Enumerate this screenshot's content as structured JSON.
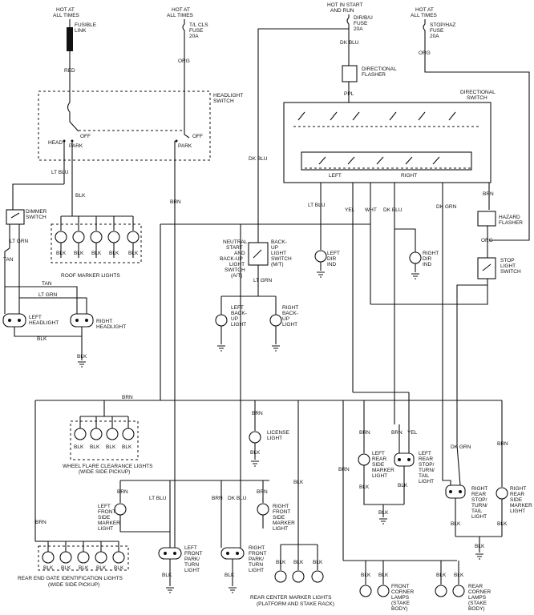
{
  "diagram": {
    "supplies": {
      "hot_all_times_1": [
        "HOT AT",
        "ALL TIMES"
      ],
      "fusible_link": [
        "FUSIBLE",
        "LINK"
      ],
      "hot_all_times_2": [
        "HOT AT",
        "ALL TIMES"
      ],
      "tl_cls_fuse": [
        "T/L CLS",
        "FUSE",
        "20A"
      ],
      "hot_start_run": [
        "HOT IN START",
        "AND RUN"
      ],
      "dir_bu_fuse": [
        "DIR/B/U",
        "FUSE",
        "20A"
      ],
      "hot_all_times_3": [
        "HOT AT",
        "ALL TIMES"
      ],
      "stop_haz_fuse": [
        "STOP/HAZ",
        "FUSE",
        "20A"
      ]
    },
    "wires": {
      "red": "RED",
      "org": "ORG",
      "dk_blu": "DK BLU",
      "ppl": "PPL",
      "lt_blu": "LT BLU",
      "blk": "BLK",
      "brn": "BRN",
      "tan": "TAN",
      "lt_grn": "LT GRN",
      "yel": "YEL",
      "wht": "WHT",
      "dk_grn": "DK GRN"
    },
    "components": {
      "headlight_switch": [
        "HEADLIGHT",
        "SWITCH"
      ],
      "head": "HEAD",
      "park": "PARK",
      "off": "OFF",
      "directional_flasher": [
        "DIRECTIONAL",
        "FLASHER"
      ],
      "directional_switch": [
        "DIRECTIONAL",
        "SWITCH"
      ],
      "left": "LEFT",
      "right": "RIGHT",
      "dimmer_switch": [
        "DIMMER",
        "SWITCH"
      ],
      "roof_marker_lights": "ROOF MARKER LIGHTS",
      "left_headlight": [
        "LEFT",
        "HEADLIGHT"
      ],
      "right_headlight": [
        "RIGHT",
        "HEADLIGHT"
      ],
      "neutral_start": [
        "NEUTRAL",
        "START",
        "AND",
        "BACK-UP",
        "LIGHT",
        "SWITCH",
        "(A/T)"
      ],
      "backup_switch_mt": [
        "BACK-",
        "UP",
        "LIGHT",
        "SWITCH",
        "(M/T)"
      ],
      "left_backup": [
        "LEFT",
        "BACK-",
        "UP",
        "LIGHT"
      ],
      "right_backup": [
        "RIGHT",
        "BACK-",
        "UP",
        "LIGHT"
      ],
      "left_dir_ind": [
        "LEFT",
        "DIR",
        "IND"
      ],
      "right_dir_ind": [
        "RIGHT",
        "DIR",
        "IND"
      ],
      "hazard_flasher": [
        "HAZARD",
        "FLASHER"
      ],
      "stop_light_switch": [
        "STOP",
        "LIGHT",
        "SWITCH"
      ],
      "wheel_flare": [
        "WHEEL FLARE CLEARANCE LIGHTS",
        "(WIDE SIDE PICKUP)"
      ],
      "license_light": [
        "LICENSE",
        "LIGHT"
      ],
      "left_rear_side_marker": [
        "LEFT",
        "REAR",
        "SIDE",
        "MARKER",
        "LIGHT"
      ],
      "left_rear_stop": [
        "LEFT",
        "REAR",
        "STOP/",
        "TURN/",
        "TAIL",
        "LIGHT"
      ],
      "right_rear_stop": [
        "RIGHT",
        "REAR",
        "STOP/",
        "TURN/",
        "TAIL",
        "LIGHT"
      ],
      "right_rear_side_marker": [
        "RIGHT",
        "REAR",
        "SIDE",
        "MARKER",
        "LIGHT"
      ],
      "left_front_side_marker": [
        "LEFT",
        "FRONT",
        "SIDE",
        "MARKER",
        "LIGHT"
      ],
      "right_front_side_marker": [
        "RIGHT",
        "FRONT",
        "SIDE",
        "MARKER",
        "LIGHT"
      ],
      "left_front_park": [
        "LEFT",
        "FRONT",
        "PARK/",
        "TURN",
        "LIGHT"
      ],
      "right_front_park": [
        "RIGHT",
        "FRONT",
        "PARK/",
        "TURN",
        "LIGHT"
      ],
      "rear_end_gate": [
        "REAR END GATE IDENTIFICATION LIGHTS",
        "(WIDE SIDE PICKUP)"
      ],
      "rear_center_marker": [
        "REAR CENTER MARKER LIGHTS",
        "(PLATFORM AND STAKE RACK)"
      ],
      "front_corner": [
        "FRONT",
        "CORNER",
        "LAMPS",
        "(STAKE",
        "BODY)"
      ],
      "rear_corner": [
        "REAR",
        "CORNER",
        "LAMPS",
        "(STAKE",
        "BODY)"
      ]
    }
  }
}
